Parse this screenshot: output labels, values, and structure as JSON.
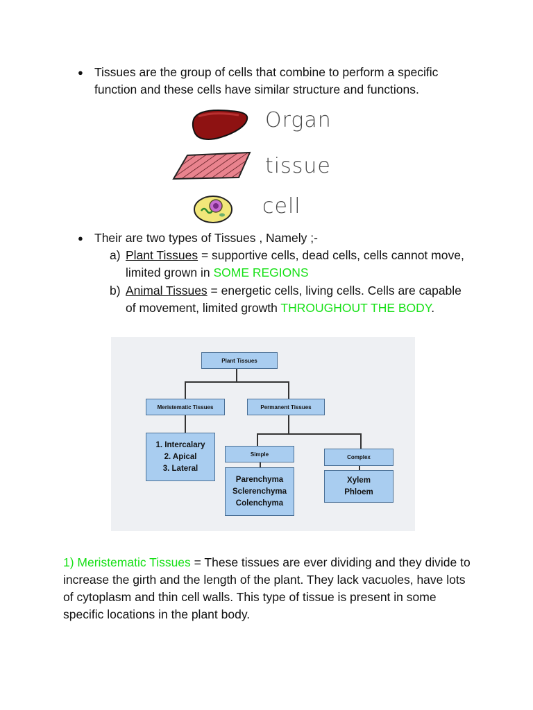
{
  "bullets": {
    "b1_text": "Tissues are the group of cells that combine to perform a specific function and these cells have similar structure and functions.",
    "b2_text": "Their are two types of Tissues , Namely ;-"
  },
  "illustration": {
    "organ_label": "Organ",
    "tissue_label": "tissue",
    "cell_label": "cell"
  },
  "types": {
    "a_marker": "a)",
    "a_name": "Plant Tissues",
    "a_text": " = supportive cells, dead cells, cells cannot move, limited grown in ",
    "a_highlight": "SOME REGIONS",
    "b_marker": "b)",
    "b_name": "Animal Tissues",
    "b_text": " = energetic cells, living cells. Cells are capable of movement, limited growth ",
    "b_highlight": "THROUGHOUT THE BODY",
    "b_end": "."
  },
  "diagram": {
    "root": "Plant Tissues",
    "meristematic": "Meristematic Tissues",
    "permanent": "Permanent Tissues",
    "meristem_items": [
      "1. Intercalary",
      "2. Apical",
      "3. Lateral"
    ],
    "simple": "Simple",
    "complex": "Complex",
    "simple_items": [
      "Parenchyma",
      "Sclerenchyma",
      "Colenchyma"
    ],
    "complex_items": [
      "Xylem",
      "Phloem"
    ],
    "colors": {
      "box_fill": "#a9cdf0",
      "box_border": "#4a6f95",
      "background": "#eef0f3"
    }
  },
  "section1": {
    "heading": "1) Meristematic Tissues",
    "text": " = These tissues are ever dividing and they divide to increase the girth and the length of the plant. They lack vacuoles, have lots of cytoplasm and thin cell walls. This type of tissue is present in some specific locations in the plant body."
  },
  "colors": {
    "highlight": "#16e016",
    "text": "#111111"
  }
}
